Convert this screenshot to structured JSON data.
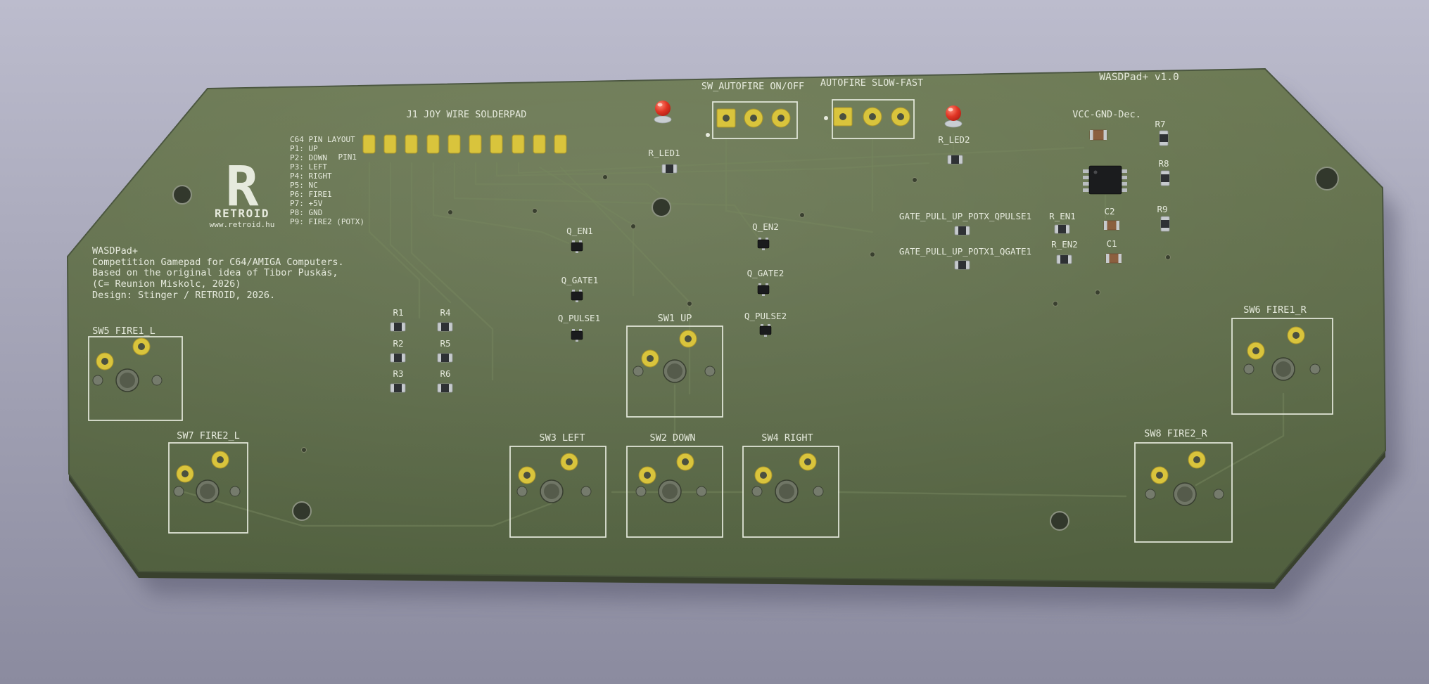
{
  "viewport": {
    "version_label": "WASDPad+ v1.0"
  },
  "silk": {
    "j1_label": "J1 JOY WIRE SOLDERPAD",
    "pin1": "PIN1",
    "autofire_onoff": "SW_AUTOFIRE ON/OFF",
    "autofire_speed": "AUTOFIRE SLOW-FAST",
    "vcc_dec": "VCC-GND-Dec."
  },
  "c64_pin_layout": {
    "title": "C64 PIN LAYOUT",
    "pins": [
      "P1: UP",
      "P2: DOWN",
      "P3: LEFT",
      "P4: RIGHT",
      "P5: NC",
      "P6: FIRE1",
      "P7: +5V",
      "P8: GND",
      "P9: FIRE2 (POTX)"
    ]
  },
  "logo": {
    "glyph": "R",
    "name": "RETROID",
    "url": "www.retroid.hu"
  },
  "titleblock": {
    "line1": "WASDPad+",
    "line2": "Competition Gamepad for C64/AMIGA Computers.",
    "line3": "Based on the original idea of Tibor Puskás,",
    "line4": "(C= Reunion Miskolc, 2026)",
    "line5": "Design: Stinger / RETROID, 2026."
  },
  "refs": {
    "r_led1": "R_LED1",
    "r_led2": "R_LED2",
    "q_en1": "Q_EN1",
    "q_gate1": "Q_GATE1",
    "q_pulse1": "Q_PULSE1",
    "q_en2": "Q_EN2",
    "q_gate2": "Q_GATE2",
    "q_pulse2": "Q_PULSE2",
    "r1": "R1",
    "r2": "R2",
    "r3": "R3",
    "r4": "R4",
    "r5": "R5",
    "r6": "R6",
    "r7": "R7",
    "r8": "R8",
    "r9": "R9",
    "r_en1": "R_EN1",
    "r_en2": "R_EN2",
    "c1": "C1",
    "c2": "C2"
  },
  "nets": {
    "gate_pullup_qpulse1": "GATE_PULL_UP_POTX_QPULSE1",
    "gate_pullup_qgate1": "GATE_PULL_UP_POTX1_QGATE1"
  },
  "switches": {
    "sw1": "SW1 UP",
    "sw2": "SW2 DOWN",
    "sw3": "SW3 LEFT",
    "sw4": "SW4 RIGHT",
    "sw5": "SW5 FIRE1_L",
    "sw6": "SW6 FIRE1_R",
    "sw7": "SW7 FIRE2_L",
    "sw8": "SW8 FIRE2_R"
  },
  "colors": {
    "board_green": "#5d6b48",
    "silkscreen": "#e6eadd",
    "pad_gold": "#d9c43c",
    "led_red": "#cc2a1f",
    "background_top": "#bcbccd",
    "background_bottom": "#8b8b9f"
  }
}
